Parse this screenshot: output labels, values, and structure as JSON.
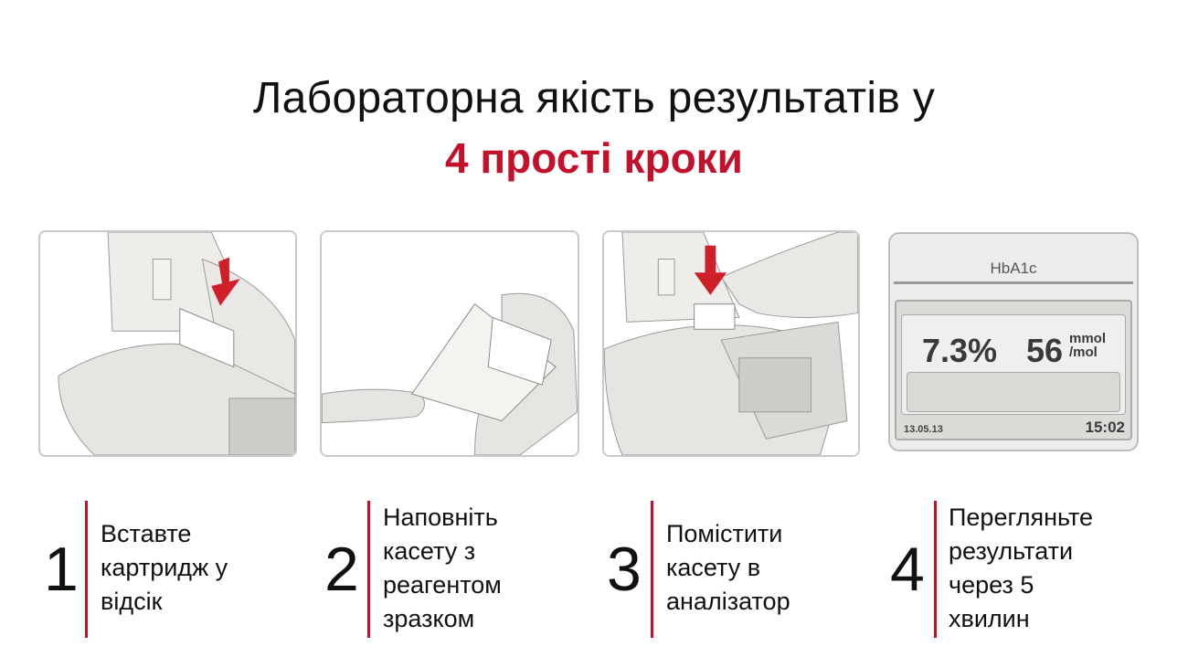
{
  "header": {
    "title": "Лабораторна якість результатів у",
    "subtitle": "4 прості кроки"
  },
  "colors": {
    "accent": "#c4102b"
  },
  "steps": [
    {
      "number": "1",
      "lines": [
        "Вставте",
        "картридж у",
        "відсік"
      ]
    },
    {
      "number": "2",
      "lines": [
        "Наповніть",
        "касету з",
        "реагентом",
        "зразком"
      ]
    },
    {
      "number": "3",
      "lines": [
        "Помістити",
        "касету в",
        "аналізатор"
      ]
    },
    {
      "number": "4",
      "lines": [
        "Перегляньте",
        "результати",
        "через 5",
        "хвилин"
      ]
    }
  ],
  "display": {
    "label": "HbA1c",
    "percent": "7.3%",
    "mmol_value": "56",
    "unit_top": "mmol",
    "unit_bottom": "/mol",
    "date": "13.05.13",
    "time": "15:02"
  }
}
